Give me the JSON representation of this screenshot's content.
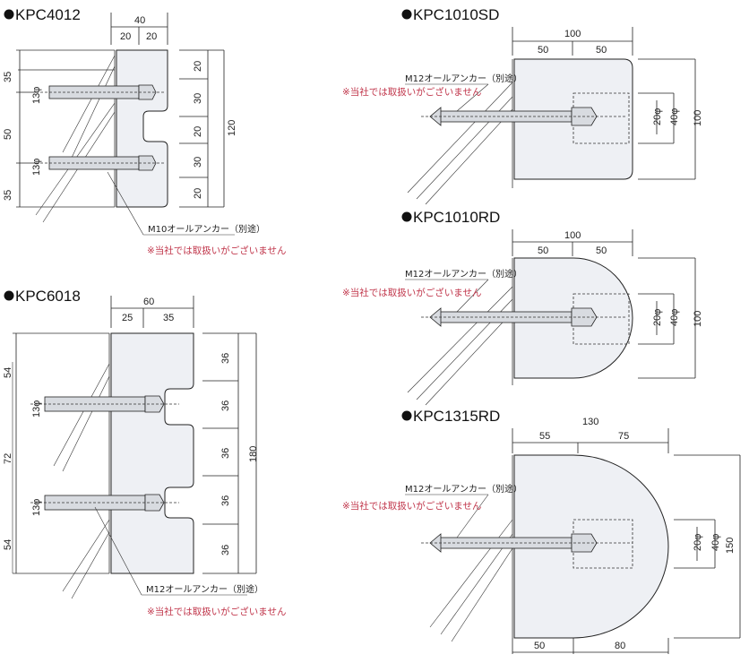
{
  "parts": [
    {
      "id": "kpc4012",
      "title": "KPC4012",
      "top_total": "40",
      "top_split": [
        "20",
        "20"
      ],
      "left_dims": [
        "35",
        "50",
        "35"
      ],
      "right_dims": [
        "20",
        "30",
        "20",
        "30",
        "20"
      ],
      "right_total": "120",
      "hole": "13φ",
      "anchor": "M10オールアンカー（別途）",
      "note": "※当社では取扱いがございません"
    },
    {
      "id": "kpc6018",
      "title": "KPC6018",
      "top_total": "60",
      "top_split": [
        "25",
        "35"
      ],
      "left_dims": [
        "54",
        "72",
        "54"
      ],
      "right_dims": [
        "36",
        "36",
        "36",
        "36",
        "36"
      ],
      "right_total": "180",
      "hole": "13φ",
      "anchor": "M12オールアンカー（別途）",
      "note": "※当社では取扱いがございません"
    },
    {
      "id": "kpc1010sd",
      "title": "KPC1010SD",
      "top_total": "100",
      "top_split": [
        "50",
        "50"
      ],
      "right_inner": [
        "20φ",
        "40φ"
      ],
      "right_total": "100",
      "anchor": "M12オールアンカー（別途）",
      "note": "※当社では取扱いがございません"
    },
    {
      "id": "kpc1010rd",
      "title": "KPC1010RD",
      "top_total": "100",
      "top_split": [
        "50",
        "50"
      ],
      "right_inner": [
        "20φ",
        "40φ"
      ],
      "right_total": "100",
      "anchor": "M12オールアンカー（別途）",
      "note": "※当社では取扱いがございません"
    },
    {
      "id": "kpc1315rd",
      "title": "KPC1315RD",
      "top_total": "130",
      "top_split": [
        "55",
        "75"
      ],
      "bottom_split": [
        "50",
        "80"
      ],
      "right_inner": [
        "20φ",
        "40φ"
      ],
      "right_total": "150",
      "anchor": "M12オールアンカー（別途）",
      "note": "※当社では取扱いがございません"
    }
  ]
}
